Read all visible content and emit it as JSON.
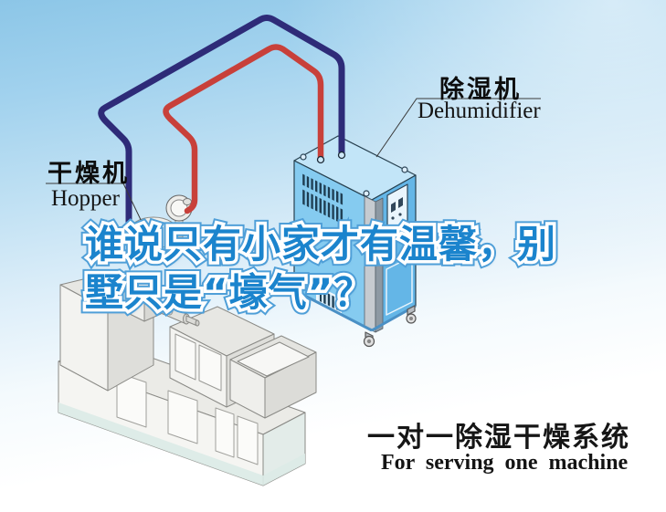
{
  "diagram": {
    "equipment_labels": {
      "hopper": {
        "zh": "干燥机",
        "en": "Hopper"
      },
      "dehumidifier": {
        "zh": "除湿机",
        "en": "Dehumidifier"
      }
    },
    "headline": {
      "line1": "谁说只有小家才有温馨，别",
      "line2": "墅只是“壕气”？"
    },
    "caption": {
      "zh": "一对一除湿干燥系统",
      "en": "For serving one machine"
    },
    "colors": {
      "headline_blue": "#1b84cd",
      "headline_outline": "#ffffff",
      "hot_pipe_red": "#c8403a",
      "cold_pipe_navy": "#2e2b78",
      "dehumidifier_left_face": "#85cbf0",
      "dehumidifier_right_face": "#64b6e7",
      "dehumidifier_top_face": "#c2e5f8",
      "sky_blue": "#8cc6e7"
    }
  }
}
